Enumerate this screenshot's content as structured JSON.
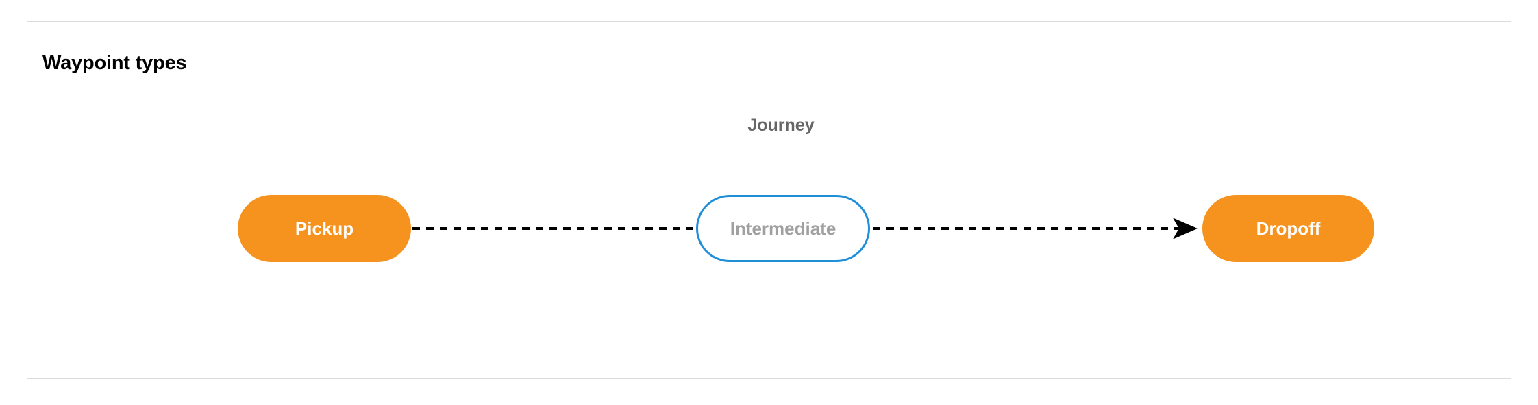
{
  "section": {
    "title": "Waypoint types"
  },
  "dividers": {
    "top_color": "#dcdcdc",
    "bottom_color": "#dcdcdc"
  },
  "diagram": {
    "cluster_label": "Journey",
    "cluster_label_color": "#666666",
    "nodes": [
      {
        "id": "pickup",
        "label": "Pickup",
        "shape": "pill",
        "fill": "#F6921E",
        "text_color": "#ffffff",
        "border_color": "none"
      },
      {
        "id": "intermediate",
        "label": "Intermediate",
        "shape": "pill",
        "fill": "#ffffff",
        "text_color": "#a0a0a0",
        "border_color": "#1F8FD8"
      },
      {
        "id": "dropoff",
        "label": "Dropoff",
        "shape": "pill",
        "fill": "#F6921E",
        "text_color": "#ffffff",
        "border_color": "none"
      }
    ],
    "edges": [
      {
        "id": "pickup-to-intermediate",
        "from": "pickup",
        "to": "intermediate",
        "style": "dashed",
        "color": "#000000",
        "arrowhead": false
      },
      {
        "id": "intermediate-to-dropoff",
        "from": "intermediate",
        "to": "dropoff",
        "style": "dashed",
        "color": "#000000",
        "arrowhead": true
      }
    ]
  }
}
